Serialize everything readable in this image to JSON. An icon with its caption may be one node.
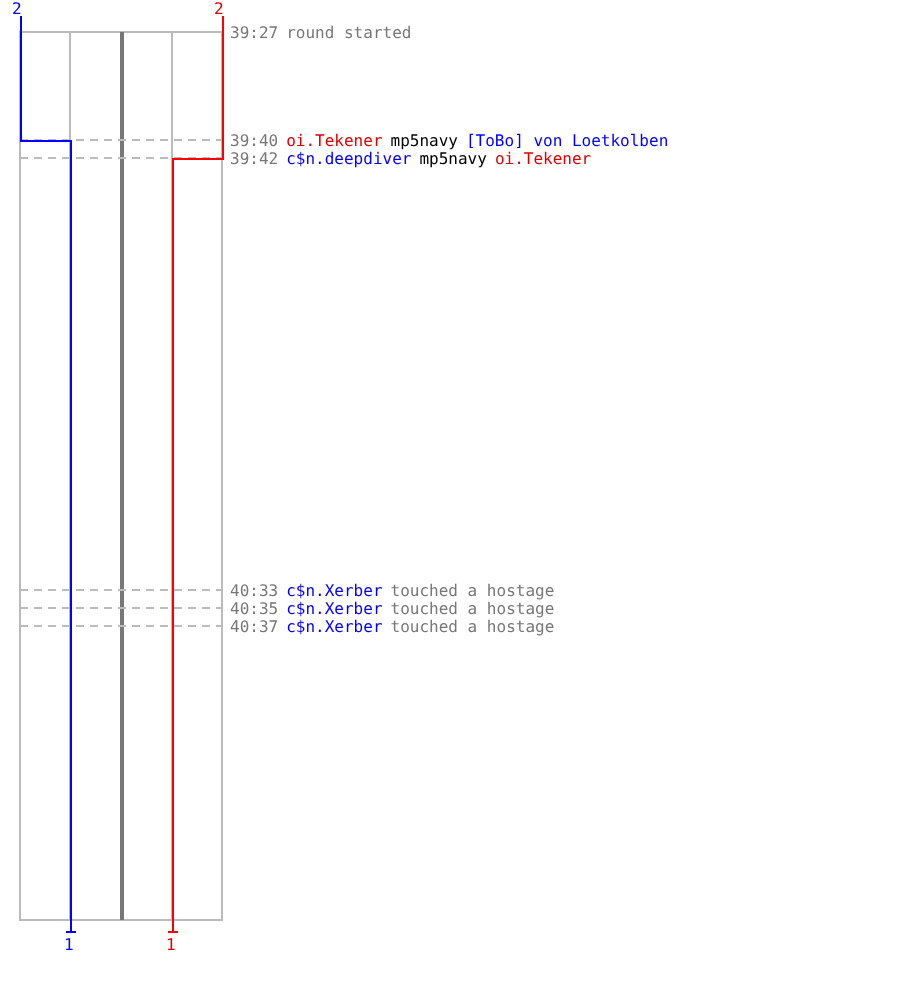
{
  "diagram": {
    "labels": [
      "2",
      "2",
      "39:27",
      "round started",
      "39:40",
      "oi.Tekener",
      "mp5navy",
      "[ToBo] von Loetkolben",
      "39:42",
      "c$n.deepdiver",
      "mp5navy",
      "oi.Tekener",
      "40:33",
      "c$n.Xerber",
      "touched a hostage",
      "40:35",
      "c$n.Xerber",
      "touched a hostage",
      "40:37",
      "c$n.Xerber",
      "touched a hostage",
      "1",
      "1"
    ]
  }
}
